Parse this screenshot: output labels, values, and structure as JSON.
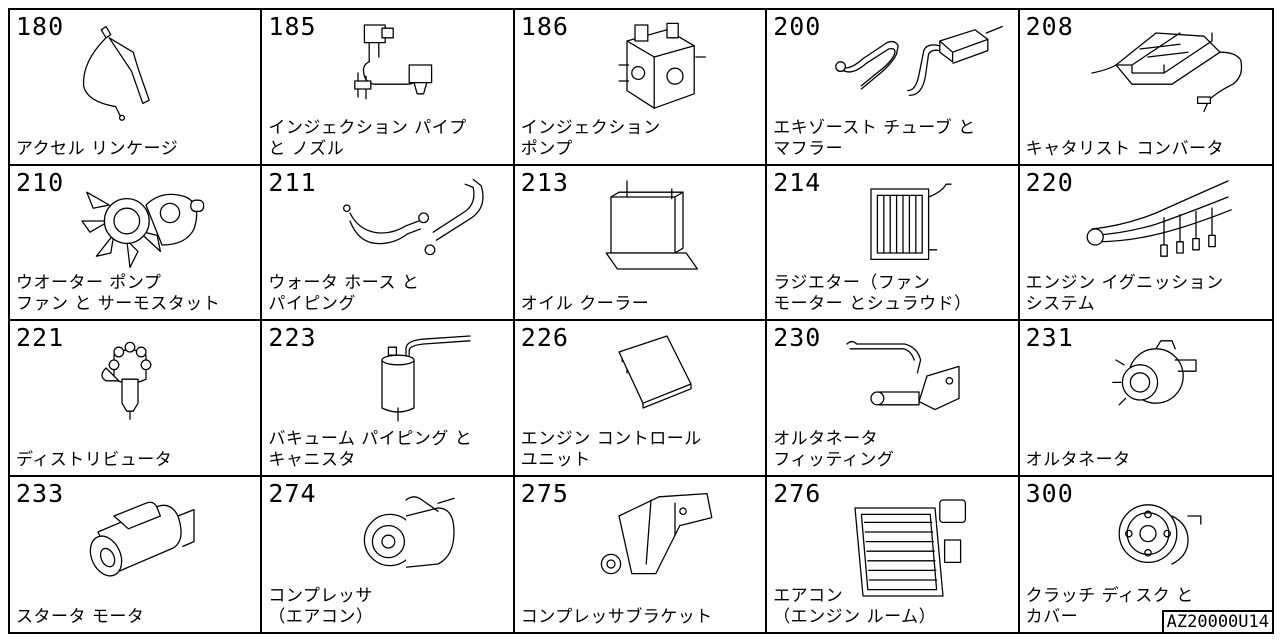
{
  "doc_id": "AZ20000U14",
  "parts": [
    {
      "code": "180",
      "lines": [
        "アクセル リンケージ"
      ],
      "icon": "accelerator-linkage"
    },
    {
      "code": "185",
      "lines": [
        "インジェクション パイプ",
        "と ノズル"
      ],
      "icon": "injection-pipe-nozzle"
    },
    {
      "code": "186",
      "lines": [
        "インジェクション",
        "ポンプ"
      ],
      "icon": "injection-pump"
    },
    {
      "code": "200",
      "lines": [
        "エキゾースト チューブ と",
        "マフラー"
      ],
      "icon": "exhaust-muffler"
    },
    {
      "code": "208",
      "lines": [
        "キャタリスト コンバータ"
      ],
      "icon": "catalyst-converter"
    },
    {
      "code": "210",
      "lines": [
        "ウオーター ポンプ",
        "ファン と サーモスタット"
      ],
      "icon": "water-pump-fan"
    },
    {
      "code": "211",
      "lines": [
        "ウォータ ホース と",
        "パイピング"
      ],
      "icon": "water-hose"
    },
    {
      "code": "213",
      "lines": [
        "オイル クーラー"
      ],
      "icon": "oil-cooler"
    },
    {
      "code": "214",
      "lines": [
        "ラジエター（ファン",
        "モーター とシュラウド）"
      ],
      "icon": "radiator"
    },
    {
      "code": "220",
      "lines": [
        "エンジン イグニッション",
        "システム"
      ],
      "icon": "ignition-cables"
    },
    {
      "code": "221",
      "lines": [
        "ディストリビュータ"
      ],
      "icon": "distributor"
    },
    {
      "code": "223",
      "lines": [
        "バキューム パイピング と",
        "キャニスタ"
      ],
      "icon": "vacuum-canister"
    },
    {
      "code": "226",
      "lines": [
        "エンジン コントロール",
        "ユニット"
      ],
      "icon": "control-unit"
    },
    {
      "code": "230",
      "lines": [
        "オルタネータ",
        "フィッティング"
      ],
      "icon": "alternator-bracket"
    },
    {
      "code": "231",
      "lines": [
        "オルタネータ"
      ],
      "icon": "alternator"
    },
    {
      "code": "233",
      "lines": [
        "スタータ モータ"
      ],
      "icon": "starter-motor"
    },
    {
      "code": "274",
      "lines": [
        "コンプレッサ",
        "（エアコン）"
      ],
      "icon": "ac-compressor"
    },
    {
      "code": "275",
      "lines": [
        "コンプレッサブラケット"
      ],
      "icon": "compressor-bracket"
    },
    {
      "code": "276",
      "lines": [
        "エアコン",
        "（エンジン ルーム）"
      ],
      "icon": "ac-condenser"
    },
    {
      "code": "300",
      "lines": [
        "クラッチ ディスク と",
        "カバー"
      ],
      "icon": "clutch-disc"
    }
  ]
}
